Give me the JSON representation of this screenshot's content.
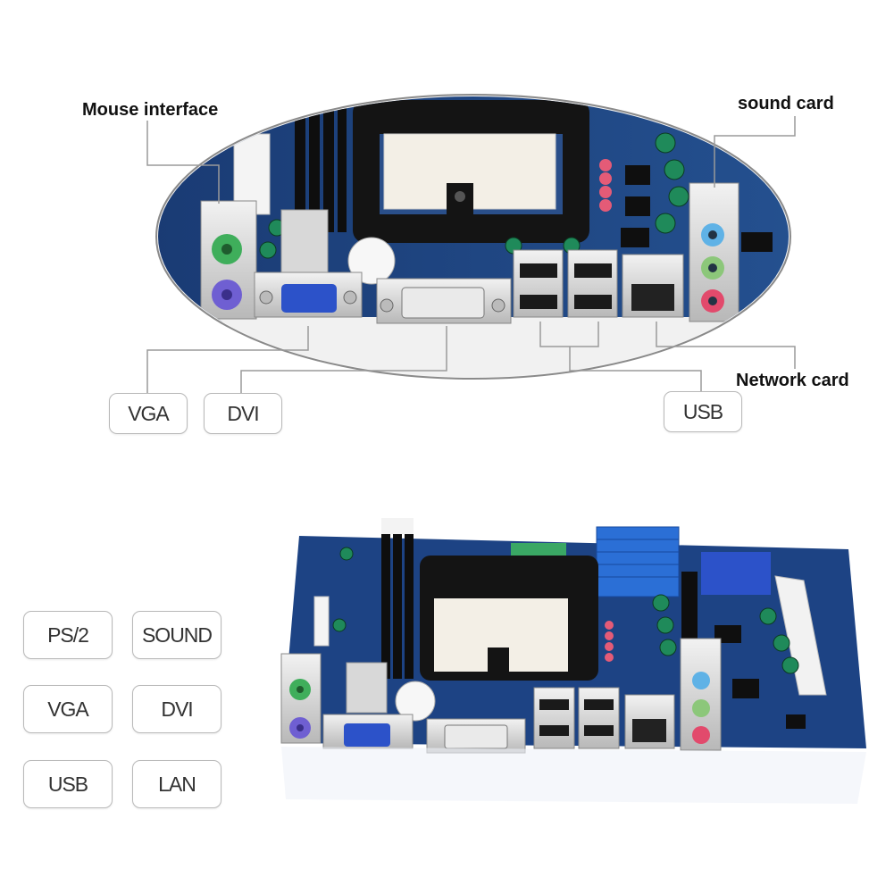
{
  "top_callouts": {
    "mouse_interface": "Mouse interface",
    "sound_card": "sound card",
    "network_card": "Network card"
  },
  "top_tags": {
    "vga": "VGA",
    "dvi": "DVI",
    "usb": "USB"
  },
  "feature_tags": [
    "PS/2",
    "SOUND",
    "VGA",
    "DVI",
    "USB",
    "LAN"
  ],
  "colors": {
    "pcb_blue": "#1c3f7a",
    "socket_black": "#151515",
    "ps2_green": "#3fae5b",
    "ps2_purple": "#6f5fd2",
    "audio_blue": "#5fb2e6",
    "audio_green": "#8cc77a",
    "audio_pink": "#e24a6c",
    "vga_blue": "#2c52c9",
    "heatsink_blue": "#2b6fd6"
  }
}
